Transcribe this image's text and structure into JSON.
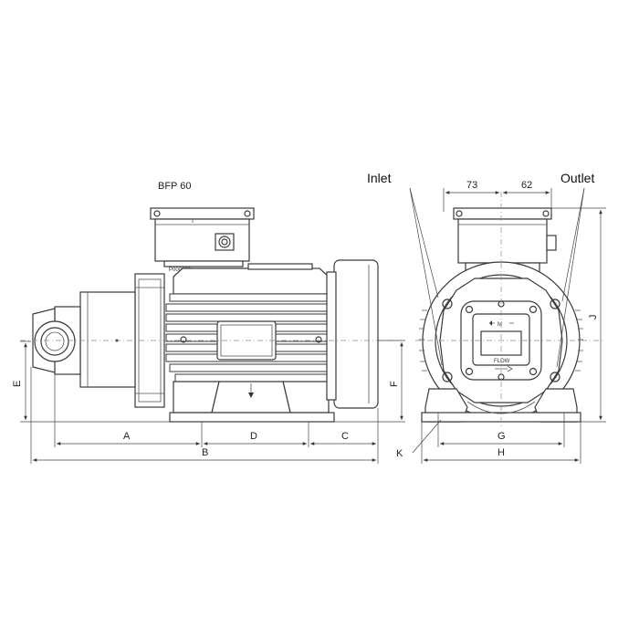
{
  "title": "BFP 60",
  "part_code": "P000026",
  "callouts": {
    "inlet": "Inlet",
    "outlet": "Outlet"
  },
  "dimensions": {
    "a": "A",
    "b": "B",
    "c": "C",
    "d": "D",
    "e": "E",
    "f": "F",
    "g": "G",
    "h": "H",
    "j": "J",
    "k": "K",
    "left_offset": "73",
    "right_offset": "62"
  },
  "plate": {
    "rotation_mark": "M",
    "flow_label": "FLOW"
  }
}
